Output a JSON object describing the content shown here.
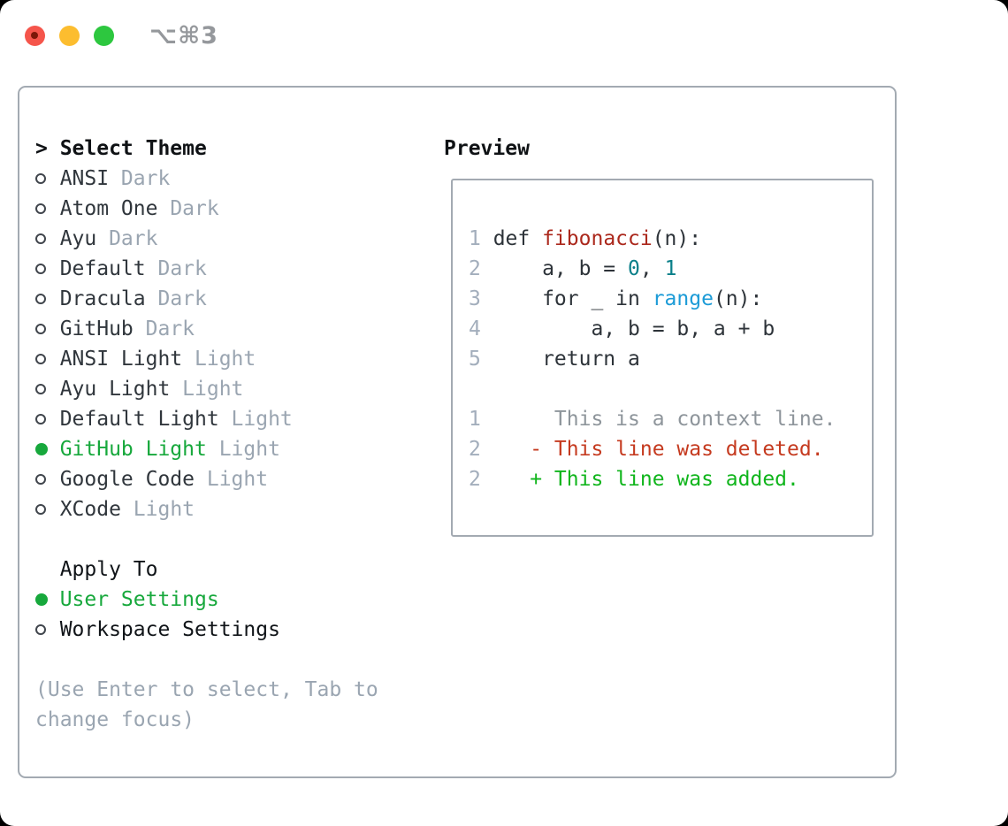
{
  "window": {
    "title": "⌥⌘3",
    "traffic_lights": [
      "close-icon",
      "minimize-icon",
      "zoom-icon"
    ]
  },
  "theme_selector": {
    "header": {
      "marker": ">",
      "label": "Select Theme"
    },
    "themes": [
      {
        "name": "ANSI",
        "variant": "Dark",
        "selected": false
      },
      {
        "name": "Atom One",
        "variant": "Dark",
        "selected": false
      },
      {
        "name": "Ayu",
        "variant": "Dark",
        "selected": false
      },
      {
        "name": "Default",
        "variant": "Dark",
        "selected": false
      },
      {
        "name": "Dracula",
        "variant": "Dark",
        "selected": false
      },
      {
        "name": "GitHub",
        "variant": "Dark",
        "selected": false
      },
      {
        "name": "ANSI Light",
        "variant": "Light",
        "selected": false
      },
      {
        "name": "Ayu Light",
        "variant": "Light",
        "selected": false
      },
      {
        "name": "Default Light",
        "variant": "Light",
        "selected": false
      },
      {
        "name": "GitHub Light",
        "variant": "Light",
        "selected": true
      },
      {
        "name": "Google Code",
        "variant": "Light",
        "selected": false
      },
      {
        "name": "XCode",
        "variant": "Light",
        "selected": false
      }
    ],
    "apply_to": {
      "label": "Apply To",
      "options": [
        {
          "label": "User Settings",
          "selected": true
        },
        {
          "label": "Workspace Settings",
          "selected": false
        }
      ]
    },
    "hint": "(Use Enter to select, Tab to change focus)"
  },
  "preview": {
    "label": "Preview",
    "code_lines": [
      {
        "no": "1",
        "tokens": [
          {
            "t": "def ",
            "c": "fg"
          },
          {
            "t": "fibonacci",
            "c": "func"
          },
          {
            "t": "(n):",
            "c": "fg"
          }
        ]
      },
      {
        "no": "2",
        "tokens": [
          {
            "t": "    a, b = ",
            "c": "fg"
          },
          {
            "t": "0",
            "c": "num"
          },
          {
            "t": ", ",
            "c": "fg"
          },
          {
            "t": "1",
            "c": "num"
          }
        ]
      },
      {
        "no": "3",
        "tokens": [
          {
            "t": "    for _ in ",
            "c": "fg"
          },
          {
            "t": "range",
            "c": "builtin"
          },
          {
            "t": "(n):",
            "c": "fg"
          }
        ]
      },
      {
        "no": "4",
        "tokens": [
          {
            "t": "        a, b = b, a + b",
            "c": "fg"
          }
        ]
      },
      {
        "no": "5",
        "tokens": [
          {
            "t": "    return a",
            "c": "fg"
          }
        ]
      },
      {
        "no": "",
        "tokens": []
      },
      {
        "no": "1",
        "tokens": [
          {
            "t": "     This is a context line.",
            "c": "context"
          }
        ]
      },
      {
        "no": "2",
        "tokens": [
          {
            "t": "   - This line was deleted.",
            "c": "deleted"
          }
        ]
      },
      {
        "no": "2",
        "tokens": [
          {
            "t": "   + This line was added.",
            "c": "added"
          }
        ]
      }
    ]
  },
  "colors": {
    "selection_green": "#17a83c",
    "added_green": "#10b51c",
    "deleted_red": "#c53a1f",
    "function_red": "#ab281c",
    "number_teal": "#0a7f89",
    "builtin_blue": "#1c9bd7",
    "muted_gray": "#9aa5b1",
    "border_gray": "#a3aab2"
  }
}
